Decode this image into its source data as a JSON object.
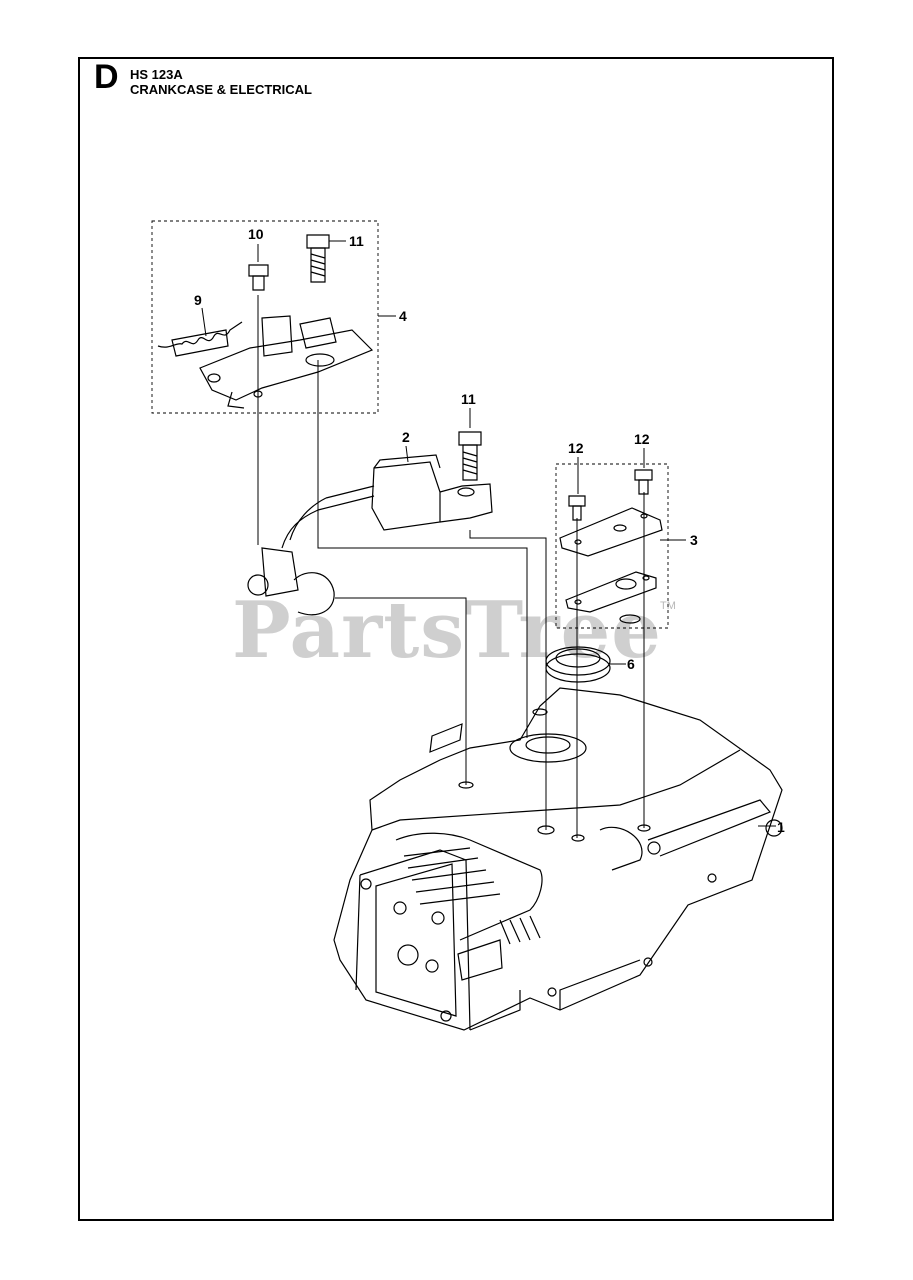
{
  "header": {
    "section_letter": "D",
    "model": "HS 123A",
    "title": "CRANKCASE & ELECTRICAL"
  },
  "watermark": {
    "text": "PartsTree",
    "tm": "TM"
  },
  "callouts": [
    {
      "id": "label-1",
      "text": "1"
    },
    {
      "id": "label-2",
      "text": "2"
    },
    {
      "id": "label-3",
      "text": "3"
    },
    {
      "id": "label-4",
      "text": "4"
    },
    {
      "id": "label-6",
      "text": "6"
    },
    {
      "id": "label-9",
      "text": "9"
    },
    {
      "id": "label-10",
      "text": "10"
    },
    {
      "id": "label-11a",
      "text": "11"
    },
    {
      "id": "label-11b",
      "text": "11"
    },
    {
      "id": "label-12a",
      "text": "12"
    },
    {
      "id": "label-12b",
      "text": "12"
    }
  ]
}
